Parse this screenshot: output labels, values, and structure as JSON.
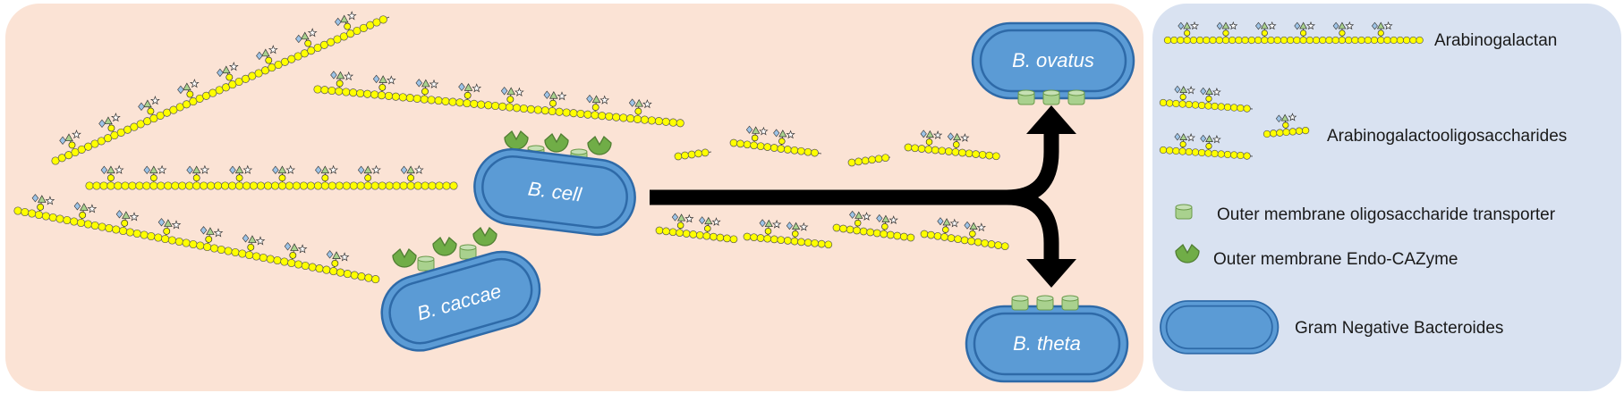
{
  "cells": {
    "ovatus": "B. ovatus",
    "cell": "B. cell",
    "caccae": "B. caccae",
    "theta": "B. theta"
  },
  "legend": {
    "arabinogalactan": "Arabinogalactan",
    "oligosaccharides": "Arabinogalactooligosaccharides",
    "transporter": "Outer membrane oligosaccharide transporter",
    "cazyme": "Outer membrane Endo-CAZyme",
    "bacteroides": "Gram Negative Bacteroides"
  },
  "colors": {
    "main_panel": "#fbe3d5",
    "legend_panel": "#d9e2f1",
    "cell_fill": "#5b9bd5",
    "cell_stroke": "#2e6aa8",
    "sugar_yellow": "#ffff00",
    "transporter_green": "#a9d18e",
    "enzyme_green": "#70ad47",
    "arrow": "#000000"
  },
  "icons": [
    "polysaccharide-chain-icon",
    "transporter-icon",
    "endo-cazyme-icon",
    "bacterium-icon",
    "branching-arrow-icon"
  ]
}
